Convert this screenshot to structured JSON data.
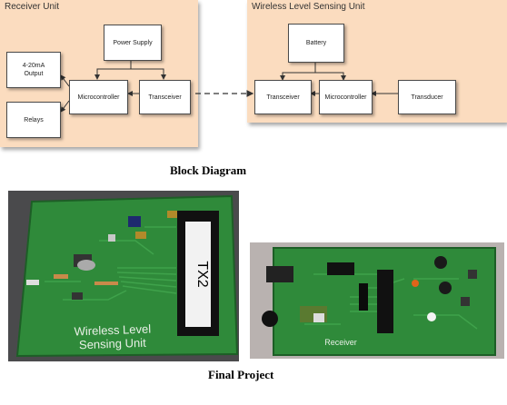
{
  "receiver_unit": {
    "title": "Receiver Unit",
    "blocks": {
      "power_supply": "Power Supply",
      "output": "4-20mA\nOutput",
      "microcontroller": "Microcontroller",
      "transceiver": "Transceiver",
      "relays": "Relays"
    }
  },
  "sensing_unit": {
    "title": "Wireless Level Sensing Unit",
    "blocks": {
      "battery": "Battery",
      "transceiver": "Transceiver",
      "microcontroller": "Microcontroller",
      "transducer": "Transducer"
    }
  },
  "captions": {
    "block_diagram": "Block Diagram",
    "final_project": "Final Project"
  },
  "photos": {
    "sensing_board": {
      "chip_label": "TX2",
      "silkscreen_line1": "Wireless Level",
      "silkscreen_line2": "Sensing Unit"
    },
    "receiver_board": {
      "silkscreen": "Receiver"
    }
  },
  "colors": {
    "panel_fill": "#fbdcbf",
    "pcb_green": "#2f8a3a",
    "pcb_dark": "#1d5e26"
  }
}
